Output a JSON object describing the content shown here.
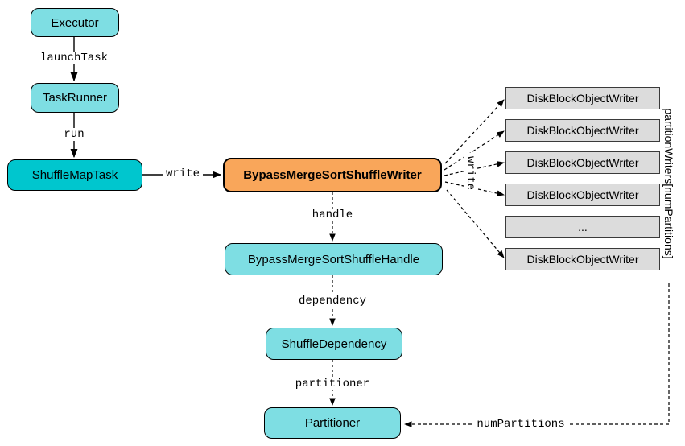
{
  "nodes": {
    "executor": "Executor",
    "task_runner": "TaskRunner",
    "shuffle_map_task": "ShuffleMapTask",
    "bypass_merge_sort_shuffle_writer": "BypassMergeSortShuffleWriter",
    "bypass_merge_sort_shuffle_handle": "BypassMergeSortShuffleHandle",
    "shuffle_dependency": "ShuffleDependency",
    "partitioner": "Partitioner",
    "disk_block_object_writers": [
      "DiskBlockObjectWriter",
      "DiskBlockObjectWriter",
      "DiskBlockObjectWriter",
      "DiskBlockObjectWriter",
      "...",
      "DiskBlockObjectWriter"
    ]
  },
  "edges": {
    "launch_task": "launchTask",
    "run": "run",
    "write": "write",
    "write_fan": "write",
    "handle": "handle",
    "dependency": "dependency",
    "partitioner": "partitioner",
    "num_partitions": "numPartitions",
    "partition_writers": "partitionWriters[numPartitions]"
  },
  "colors": {
    "cyan_fill": "#7EDEE3",
    "teal_fill": "#00C6CE",
    "orange_fill": "#F9A65A",
    "gray_fill": "#DCDCDC",
    "border": "#000000"
  }
}
